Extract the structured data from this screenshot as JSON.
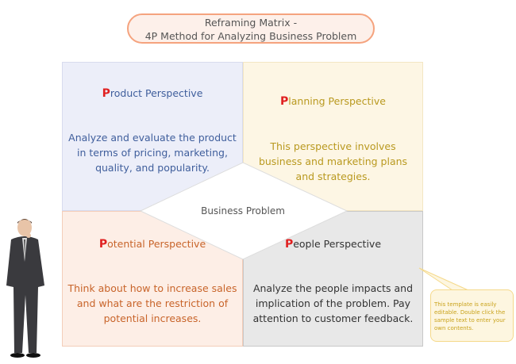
{
  "title": {
    "line1": "Reframing Matrix -",
    "line2": "4P Method for Analyzing Business Problem"
  },
  "quadrants": [
    {
      "initial": "P",
      "rest": "roduct Perspective",
      "body": "Analyze and evaluate  the product in terms of pricing, marketing, quality, and popularity.",
      "color": "#3f5e9c"
    },
    {
      "initial": "P",
      "rest": "lanning Perspective",
      "body": "This perspective involves business and marketing plans and strategies.",
      "color": "#b9991f"
    },
    {
      "initial": "P",
      "rest": "otential Perspective",
      "body": "Think about how to increase sales and what are the restriction of potential increases.",
      "color": "#c8642a"
    },
    {
      "initial": "P",
      "rest": "eople Perspective",
      "body": "Analyze the people impacts and implication of the problem. Pay attention to customer feedback.",
      "color": "#333333"
    }
  ],
  "center": "Business Problem",
  "note": "This template is easily editable. Double click the sample text to enter your own contents."
}
